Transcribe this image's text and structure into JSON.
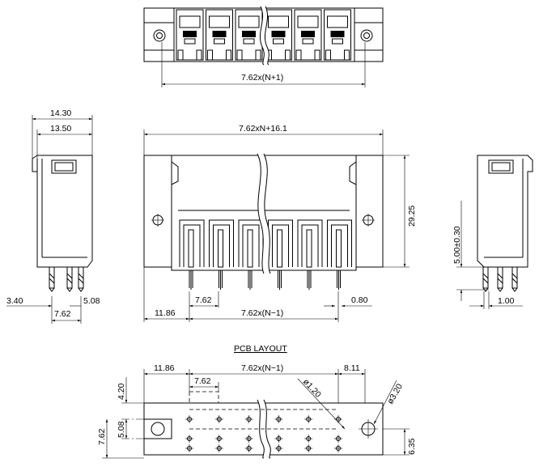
{
  "top_view": {
    "dim_width": "7.62x(N+1)"
  },
  "left_view": {
    "dim_outer": "14.30",
    "dim_inner": "13.50",
    "dim_pin_offset": "3.40",
    "dim_pitch": "7.62",
    "dim_row": "5.08"
  },
  "front_view": {
    "dim_total": "7.62xN+16.1",
    "dim_height": "29.25",
    "dim_pitch": "7.62",
    "dim_span": "7.62x(N−1)",
    "dim_offset": "11.86",
    "dim_pin": "0.80"
  },
  "right_view": {
    "dim_pin_length": "5.00±0.30",
    "dim_pin_dia": "1.00"
  },
  "pcb_layout": {
    "title": "PCB LAYOUT",
    "dim_offset": "11.86",
    "dim_span": "7.62x(N−1)",
    "dim_right": "8.11",
    "dim_pitch": "7.62",
    "dim_top": "4.20",
    "dim_hole_small": "ø1.20",
    "dim_hole_large": "ø3.20",
    "dim_row_a": "7.62",
    "dim_row_b": "5.08",
    "dim_bottom": "6.35"
  }
}
